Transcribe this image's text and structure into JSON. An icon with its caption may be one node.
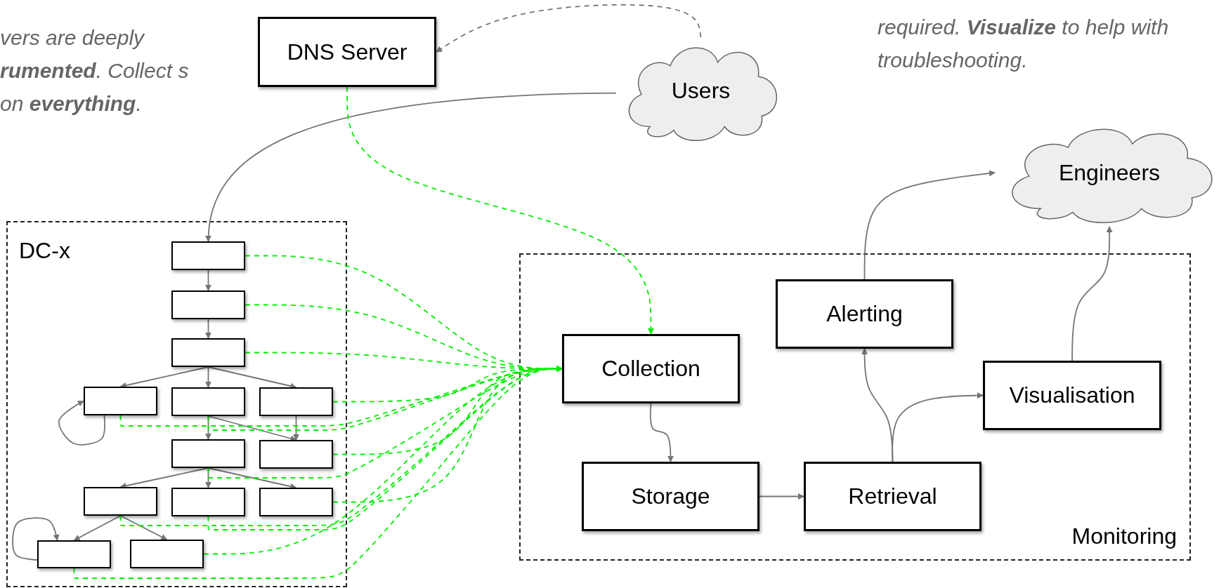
{
  "diagram": {
    "nodes": [
      {
        "text": [
          "DNS Server"
        ]
      },
      {
        "text": [
          "Users"
        ]
      },
      {
        "text": [
          "Engineers"
        ]
      },
      {
        "text": [
          "DC-x"
        ]
      },
      {
        "text": [],
        "shape": "box",
        "in": 3
      },
      {
        "text": [],
        "shape": "box",
        "in": 3
      },
      {
        "text": [],
        "shape": "box",
        "in": 3
      },
      {
        "text": [],
        "shape": "box",
        "in": 3
      },
      {
        "text": [],
        "shape": "box",
        "in": 3
      },
      {
        "text": [],
        "shape": "box",
        "in": 3
      },
      {
        "text": [],
        "shape": "box",
        "in": 3
      },
      {
        "text": [],
        "shape": "box",
        "in": 3
      },
      {
        "text": [],
        "shape": "box",
        "in": 3
      },
      {
        "text": [],
        "shape": "box",
        "in": 3
      },
      {
        "text": [],
        "shape": "box",
        "in": 3
      },
      {
        "text": [],
        "shape": "box",
        "in": 3
      },
      {
        "text": [],
        "shape": "box",
        "in": 3
      },
      {
        "text": [
          "Monitoring"
        ]
      },
      {
        "text": [
          "Collection"
        ],
        "in": 17
      },
      {
        "text": [
          "Storage"
        ],
        "in": 17
      },
      {
        "text": [
          "Retrieval"
        ],
        "in": 17
      },
      {
        "text": [
          "Alerting"
        ],
        "in": 17
      },
      {
        "text": [
          "Visualisation"
        ],
        "in": 17
      }
    ],
    "edges": [
      {
        "from": 1,
        "to": 0,
        "arrow": "to",
        "style": "dashed"
      },
      {
        "from": 1,
        "to": 4,
        "arrow": "to"
      },
      {
        "from": 0,
        "to": 18,
        "arrow": "to",
        "style": "dashed",
        "color": "#00ee00"
      },
      {
        "from": 4,
        "to": 5,
        "arrow": "to"
      },
      {
        "from": 5,
        "to": 6,
        "arrow": "to"
      },
      {
        "from": 6,
        "to": 7,
        "arrow": "to"
      },
      {
        "from": 6,
        "to": 8,
        "arrow": "to"
      },
      {
        "from": 6,
        "to": 9,
        "arrow": "to"
      },
      {
        "from": 7,
        "to": 7,
        "arrow": "to"
      },
      {
        "from": 8,
        "to": 10,
        "arrow": "to"
      },
      {
        "from": 8,
        "to": 11,
        "arrow": "to"
      },
      {
        "from": 9,
        "to": 11,
        "arrow": "to"
      },
      {
        "from": 10,
        "to": 12,
        "arrow": "to"
      },
      {
        "from": 10,
        "to": 13,
        "arrow": "to"
      },
      {
        "from": 10,
        "to": 14,
        "arrow": "to"
      },
      {
        "from": 12,
        "to": 15,
        "arrow": "to"
      },
      {
        "from": 12,
        "to": 16,
        "arrow": "to"
      },
      {
        "from": 15,
        "to": 15,
        "arrow": "to"
      },
      {
        "from": 4,
        "to": 18,
        "arrow": "to",
        "style": "dashed",
        "color": "#00ee00"
      },
      {
        "from": 5,
        "to": 18,
        "arrow": "to",
        "style": "dashed",
        "color": "#00ee00"
      },
      {
        "from": 6,
        "to": 18,
        "arrow": "to",
        "style": "dashed",
        "color": "#00ee00"
      },
      {
        "from": 7,
        "to": 18,
        "arrow": "to",
        "style": "dashed",
        "color": "#00ee00"
      },
      {
        "from": 8,
        "to": 18,
        "arrow": "to",
        "style": "dashed",
        "color": "#00ee00"
      },
      {
        "from": 9,
        "to": 18,
        "arrow": "to",
        "style": "dashed",
        "color": "#00ee00"
      },
      {
        "from": 10,
        "to": 18,
        "arrow": "to",
        "style": "dashed",
        "color": "#00ee00"
      },
      {
        "from": 11,
        "to": 18,
        "arrow": "to",
        "style": "dashed",
        "color": "#00ee00"
      },
      {
        "from": 12,
        "to": 18,
        "arrow": "to",
        "style": "dashed",
        "color": "#00ee00"
      },
      {
        "from": 13,
        "to": 18,
        "arrow": "to",
        "style": "dashed",
        "color": "#00ee00"
      },
      {
        "from": 14,
        "to": 18,
        "arrow": "to",
        "style": "dashed",
        "color": "#00ee00"
      },
      {
        "from": 15,
        "to": 18,
        "arrow": "to",
        "style": "dashed",
        "color": "#00ee00"
      },
      {
        "from": 16,
        "to": 18,
        "arrow": "to",
        "style": "dashed",
        "color": "#00ee00"
      },
      {
        "from": 18,
        "to": 19,
        "arrow": "to"
      },
      {
        "from": 19,
        "to": 20,
        "arrow": "to"
      },
      {
        "from": 20,
        "to": 21,
        "arrow": "to"
      },
      {
        "from": 20,
        "to": 22,
        "arrow": "to"
      },
      {
        "from": 21,
        "to": 2,
        "arrow": "to"
      },
      {
        "from": 22,
        "to": 2,
        "arrow": "to"
      }
    ],
    "labels": [
      "vers are deeply **rumented**. Collect s on **everything**.",
      "required. **Visualize** to help with troubleshooting."
    ]
  }
}
